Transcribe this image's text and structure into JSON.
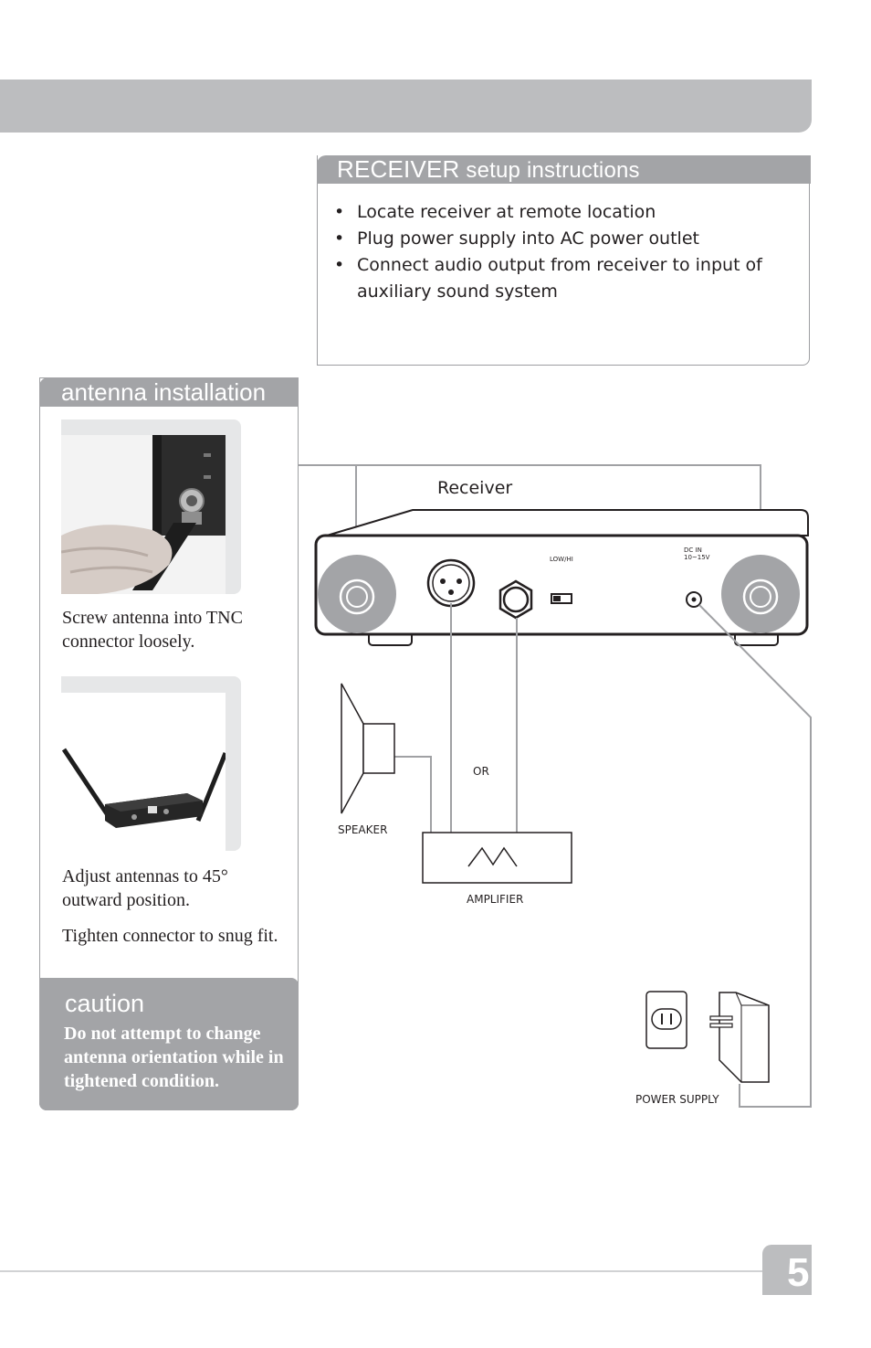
{
  "setup": {
    "title_strong": "RECEIVER",
    "title_rest": " setup instructions",
    "bullets": [
      "Locate receiver at remote location",
      "Plug power supply into AC power outlet",
      "Connect audio output from receiver to input of auxiliary sound system"
    ]
  },
  "antenna": {
    "title": "antenna installation",
    "caption1": "Screw antenna into TNC connector loosely.",
    "caption2": "Adjust antennas to 45° outward position.",
    "caption3": "Tighten connector to snug fit."
  },
  "caution": {
    "title": "caution",
    "text": "Do not attempt to change antenna orientation while in tightened condition."
  },
  "diagram": {
    "receiver_label": "Receiver",
    "switch_label": "LOW/HI",
    "dc_label_line1": "DC IN",
    "dc_label_line2": "10~15V",
    "or_label": "OR",
    "speaker_label": "SPEAKER",
    "amplifier_label": "AMPLIFIER",
    "power_supply_label": "POWER SUPPLY"
  },
  "page_number": "5",
  "colors": {
    "panel_gray": "#a3a4a7",
    "bar_gray": "#bcbdbf",
    "line_gray": "#a0a1a4"
  }
}
